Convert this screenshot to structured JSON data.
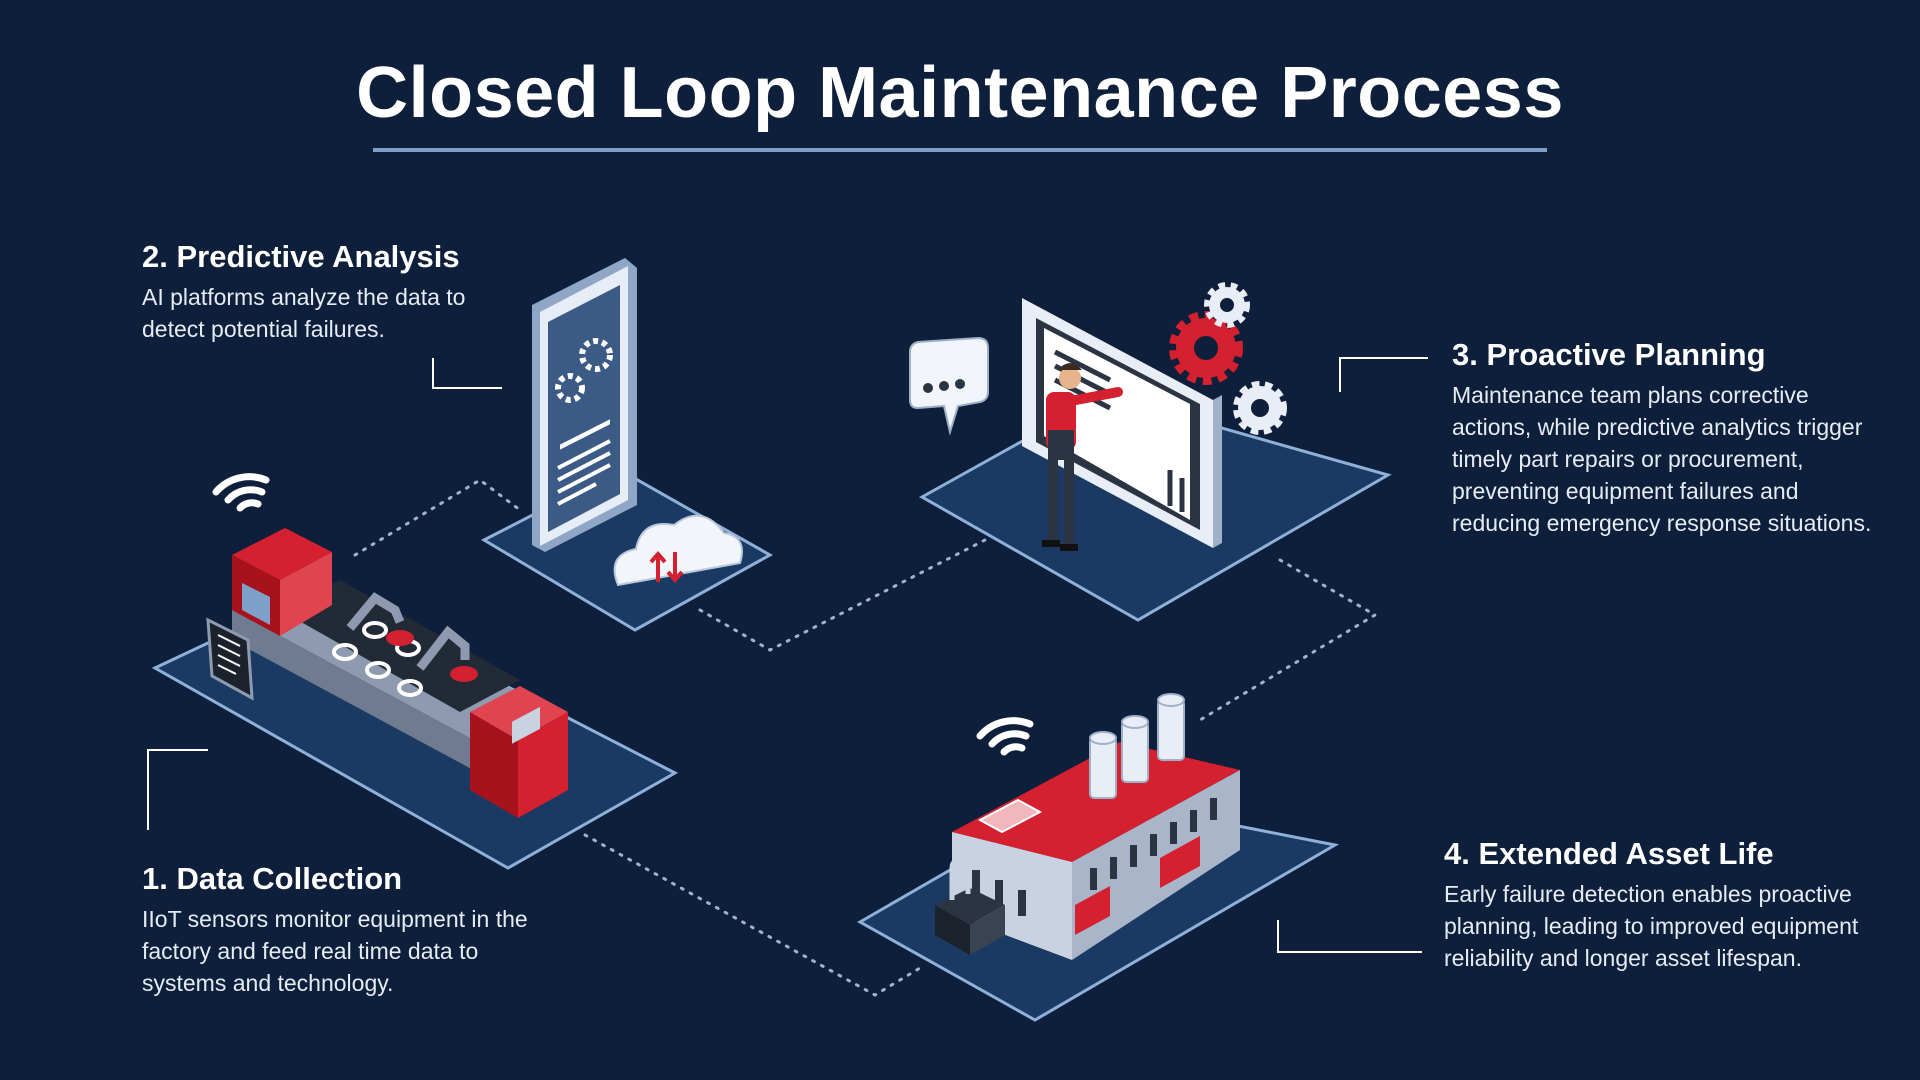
{
  "title": "Closed Loop Maintenance Process",
  "steps": {
    "data_collection": {
      "heading": "1. Data Collection",
      "body": "IIoT sensors monitor equipment in the factory and feed real time data to systems and technology."
    },
    "predictive_analysis": {
      "heading": "2. Predictive Analysis",
      "body": "AI platforms analyze the data to detect potential failures."
    },
    "proactive_planning": {
      "heading": "3. Proactive Planning",
      "body": "Maintenance team plans corrective actions, while predictive analytics trigger timely part repairs or procurement, preventing equipment failures and reducing emergency response situations."
    },
    "extended_asset_life": {
      "heading": "4. Extended Asset Life",
      "body": "Early failure detection enables proactive planning, leading to improved equipment reliability and longer asset lifespan."
    }
  },
  "colors": {
    "background": "#0d1f3a",
    "platform": "#1b3a63",
    "platform_edge": "#8fb0d8",
    "accent_red": "#d4202f",
    "machine_gray": "#c9d2e0",
    "rule": "#7f9ec4"
  },
  "icons": [
    "wifi-icon",
    "gear-icon",
    "cloud-icon",
    "chat-bubble-icon",
    "conveyor-machine-icon",
    "robot-arm-icon",
    "factory-icon",
    "technician-icon",
    "dashboard-board-icon",
    "tablet-icon"
  ]
}
